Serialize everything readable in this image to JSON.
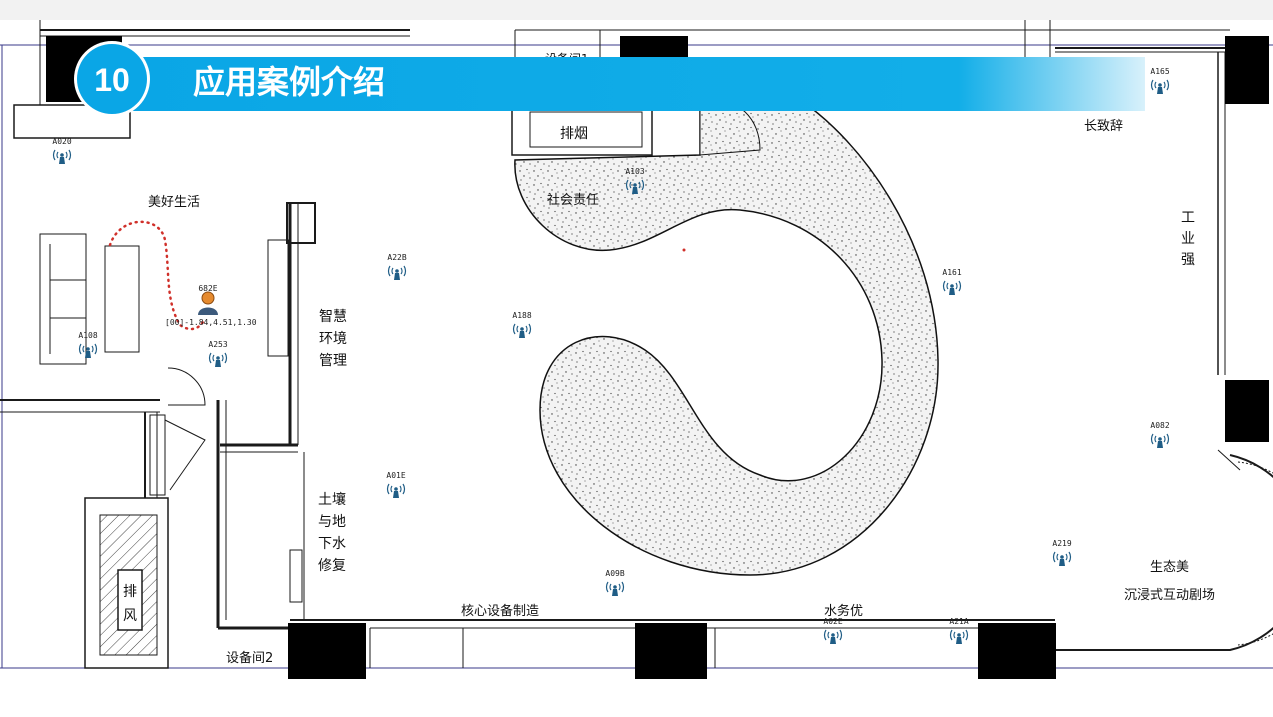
{
  "banner": {
    "number": "10",
    "title": "应用案例介绍",
    "accent": "#0aa6e6"
  },
  "zones": {
    "beautiful_life": "美好生活",
    "social_responsibility": "社会责任",
    "smoke_exhaust_top": "排烟",
    "equipment_room_1": "设备间1",
    "longevity": "长致辞",
    "industry_strong": [
      "工",
      "业",
      "强"
    ],
    "smart_env": [
      "智慧",
      "环境",
      "管理"
    ],
    "soil_water": [
      "土壤",
      "与地",
      "下水",
      "修复"
    ],
    "core_manufacturing": "核心设备制造",
    "water_excellent": "水务优",
    "ecology": "生态美",
    "immersive_theater": "沉浸式互动剧场",
    "equipment_room_2": "设备间2",
    "exhaust_vertical": [
      "排",
      "风"
    ]
  },
  "person": {
    "id": "682E",
    "coords": "[00]-1.84,4.51,1.30"
  },
  "access_points": [
    {
      "id": "A020"
    },
    {
      "id": "A108"
    },
    {
      "id": "A253"
    },
    {
      "id": "A22B"
    },
    {
      "id": "A188"
    },
    {
      "id": "A103"
    },
    {
      "id": "A161"
    },
    {
      "id": "A165"
    },
    {
      "id": "A082"
    },
    {
      "id": "A01E"
    },
    {
      "id": "A09B"
    },
    {
      "id": "A219"
    },
    {
      "id": "A02E"
    },
    {
      "id": "A21A"
    }
  ],
  "colors": {
    "wall": "#1a1a1a",
    "ap_icon": "#1f5d86",
    "trail": "#d0302a",
    "frame": "#3a3a8a"
  }
}
